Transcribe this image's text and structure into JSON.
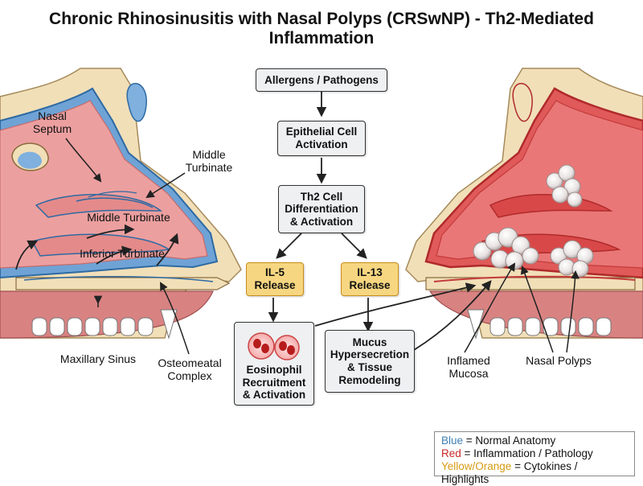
{
  "title": "Chronic Rhinosinusitis with Nasal Polyps (CRSwNP) - Th2-Mediated Inflammation",
  "normal_labels": {
    "nasal_septum": "Nasal\nSeptum",
    "middle_turbinate_outer": "Middle\nTurbinate",
    "middle_turbinate_inner": "Middle Turbinate",
    "inferior_turbinate": "Inferior Turbinate",
    "maxillary_sinus": "Maxillary Sinus",
    "osteomeatal_complex": "Osteomeatal\nComplex"
  },
  "flow": {
    "allergens": "Allergens / Pathogens",
    "epithelial": "Epithelial Cell\nActivation",
    "th2": "Th2 Cell\nDifferentiation\n& Activation",
    "il5": "IL-5\nRelease",
    "il13": "IL-13\nRelease",
    "eosinophil": "Eosinophil\nRecruitment\n& Activation",
    "mucus": "Mucus\nHypersecretion\n& Tissue\nRemodeling"
  },
  "pathology_labels": {
    "inflamed_mucosa": "Inflamed\nMucosa",
    "nasal_polyps": "Nasal Polyps"
  },
  "legend": {
    "blue_key": "Blue",
    "blue_text": " = Normal Anatomy",
    "red_key": "Red",
    "red_text": " = Inflammation / Pathology",
    "yellow_key": "Yellow/Orange",
    "yellow_text": " = Cytokines / Highlights"
  },
  "colors": {
    "normal_blue": "#3f7fb5",
    "inflammation_red": "#c62828",
    "cytokine_yellow": "#d79b14",
    "normal_tissue": "#ec9f9f",
    "inflamed_tissue": "#e05a5a",
    "bone": "#f1dfb8"
  }
}
